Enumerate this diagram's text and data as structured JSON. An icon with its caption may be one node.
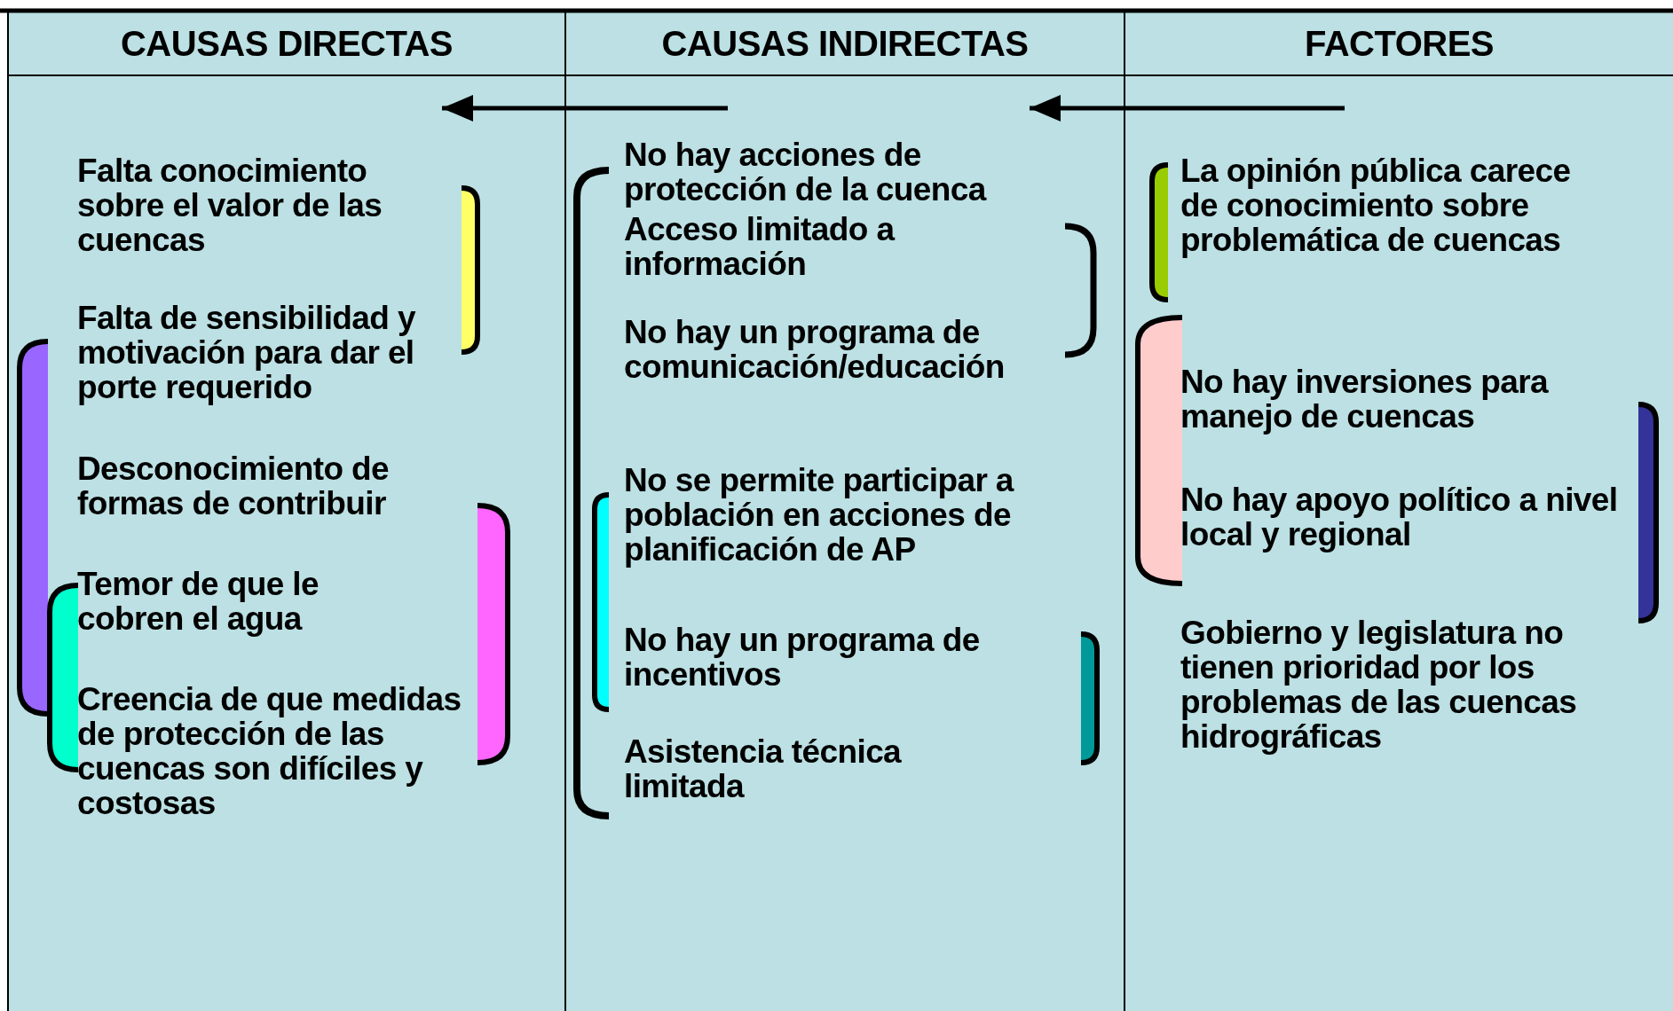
{
  "diagram": {
    "nodes": [
      {
        "text": [
          "CAUSAS DIRECTAS"
        ]
      },
      {
        "text": [
          "CAUSAS INDIRECTAS"
        ]
      },
      {
        "text": [
          "FACTORES"
        ]
      },
      {
        "text": [
          "Falta conocimiento sobre el valor de las cuencas"
        ],
        "in": 0
      },
      {
        "text": [
          "Falta de sensibilidad y motivación para dar el porte requerido"
        ],
        "in": 0
      },
      {
        "text": [
          "Desconocimiento de formas de contribuir"
        ],
        "in": 0
      },
      {
        "text": [
          "Temor de que le cobren el agua"
        ],
        "in": 0
      },
      {
        "text": [
          "Creencia de que medidas de protección de las cuencas son difíciles y costosas"
        ],
        "in": 0
      },
      {
        "text": [
          "No hay acciones de protección de la cuenca"
        ],
        "in": 1
      },
      {
        "text": [
          "Acceso limitado a información"
        ],
        "in": 1
      },
      {
        "text": [
          "No hay un programa de comunicación/educación"
        ],
        "in": 1
      },
      {
        "text": [
          "No se permite participar a población en acciones de planificación de AP"
        ],
        "in": 1
      },
      {
        "text": [
          "No hay un programa de incentivos"
        ],
        "in": 1
      },
      {
        "text": [
          "Asistencia técnica limitada"
        ],
        "in": 1
      },
      {
        "text": [
          "La opinión pública carece de conocimiento sobre problemática de cuencas"
        ],
        "in": 2
      },
      {
        "text": [
          "No hay inversiones para manejo de cuencas"
        ],
        "in": 2
      },
      {
        "text": [
          "No hay apoyo político a nivel local y regional"
        ],
        "in": 2
      },
      {
        "text": [
          "Gobierno y legislatura no tienen prioridad por los problemas de las cuencas hidrográficas"
        ],
        "in": 2
      }
    ]
  }
}
